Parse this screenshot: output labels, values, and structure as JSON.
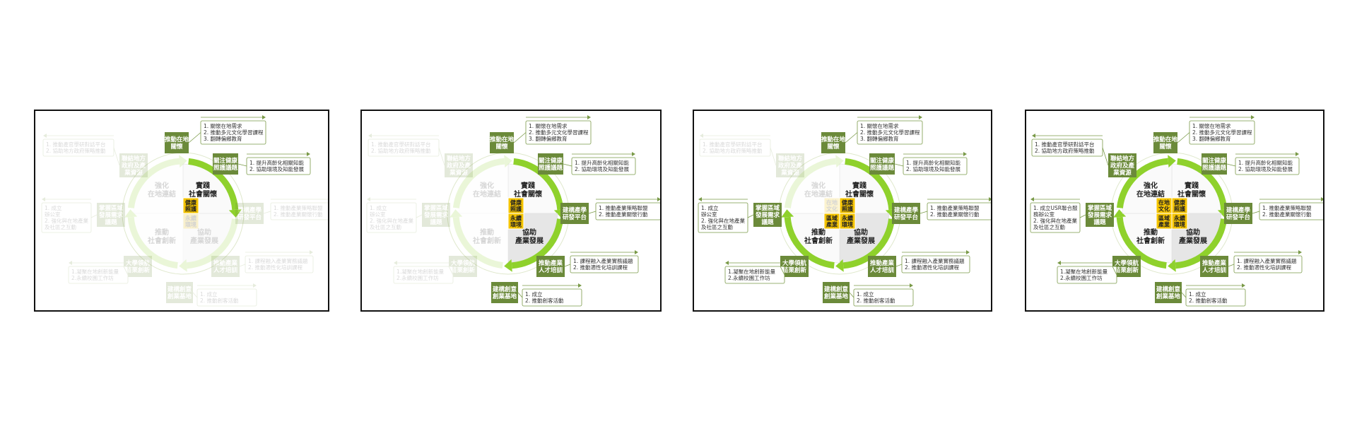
{
  "slides": [
    {
      "id": "s1",
      "active": [
        "top-right"
      ],
      "has_region_core": false
    },
    {
      "id": "s2",
      "active": [
        "top-right",
        "bottom-right"
      ],
      "has_region_core": false
    },
    {
      "id": "s3",
      "active": [
        "top-right",
        "bottom-right",
        "bottom-left"
      ],
      "has_region_core": true
    },
    {
      "id": "s4",
      "active": [
        "top-right",
        "bottom-right",
        "bottom-left",
        "top-left"
      ],
      "has_region_core": true
    }
  ],
  "quadrants": {
    "top_right": "實踐\n社會關懷",
    "bottom_right": "協助\n產業發展",
    "bottom_left": "推動\n社會創新",
    "top_left": "強化\n在地連結"
  },
  "core": {
    "health": "健康\n照護",
    "sustain": "永續\n環境",
    "region": "區域\n產業",
    "local": "在地\n文化"
  },
  "nodes": {
    "n1": {
      "label": "推動在地\n關懷",
      "items": [
        "1. 關懷在地需求",
        "2. 推動多元文化學習課程",
        "3. 翻轉偏鄉教育"
      ]
    },
    "n2": {
      "label": "關注健康\n照護議題",
      "items": [
        "1. 提升高齡化相關知能",
        "2. 協助環境及知能發展"
      ]
    },
    "n3": {
      "label": "建構產學\n研發平台",
      "items": [
        "1. 推動產業策略聯盟",
        "2. 推動產業關懷行動"
      ]
    },
    "n4": {
      "label": "推動產業\n人才培訓",
      "items": [
        "1. 課程融入產業實務議題",
        "2. 推動適性化培訓課程"
      ]
    },
    "n5": {
      "label": "建構創意\n創業基地",
      "items": [
        "1. 成立",
        "2. 推動創客活動"
      ]
    },
    "n6": {
      "label": "大學領航\n苗栗創新",
      "items": [
        "1.凝聚在地創新能量",
        "2.永續校園工作坊"
      ]
    },
    "n7": {
      "label": "掌握區域\n發展需求\n議題",
      "items": [
        "1. 成立",
        "   辦公室",
        "2. 強化與在地產業",
        "   及社區之互動"
      ]
    },
    "n7b": {
      "items": [
        "1. 成立USR聯合服",
        "   務辦公室",
        "2. 強化與在地產業",
        "   及社區之互動"
      ]
    },
    "n8": {
      "label": "聯結地方\n政府及產\n業資源",
      "items": [
        "1. 推動產官學研對話平台",
        "2. 協助地方政府策略推動"
      ]
    }
  },
  "colors": {
    "node_green": "#6b8a3a",
    "arrow_green": "#8fd12c",
    "core_yellow": "#f5c400",
    "box_border": "#7a9a48"
  }
}
